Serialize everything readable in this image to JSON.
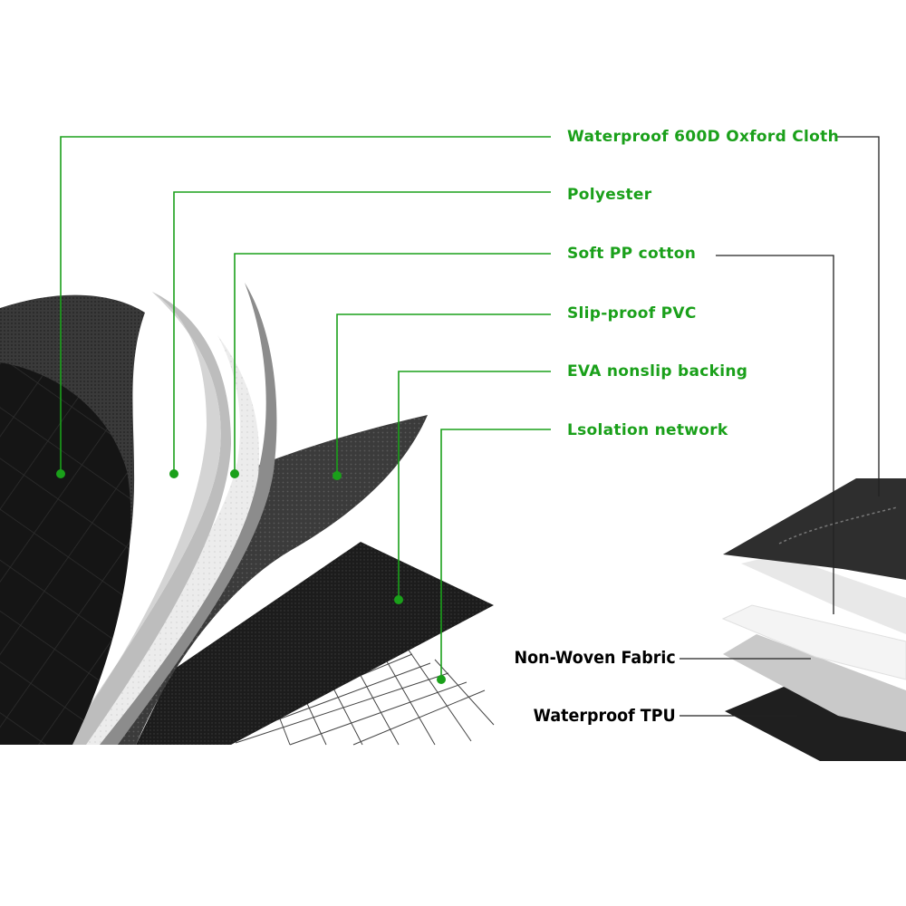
{
  "layers_left": [
    {
      "label": "Waterproof 600D Oxford Cloth",
      "icon": "layer-oxford"
    },
    {
      "label": "Polyester",
      "icon": "layer-polyester"
    },
    {
      "label": "Soft PP cotton",
      "icon": "layer-pp-cotton"
    },
    {
      "label": "Slip-proof PVC",
      "icon": "layer-pvc"
    },
    {
      "label": "EVA nonslip backing",
      "icon": "layer-eva"
    },
    {
      "label": "Lsolation network",
      "icon": "layer-grid"
    }
  ],
  "layers_right": [
    {
      "label": "Non-Woven Fabric"
    },
    {
      "label": "Waterproof TPU"
    }
  ],
  "colors": {
    "callout_green": "#1aa01a",
    "callout_black": "#000000"
  }
}
